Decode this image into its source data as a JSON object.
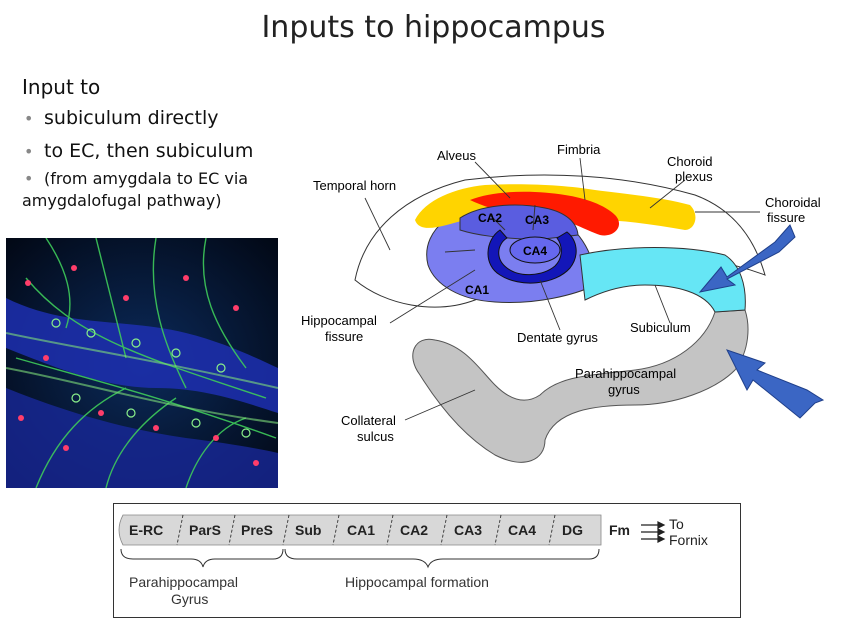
{
  "slide": {
    "title": "Inputs to hippocampus"
  },
  "bullets": {
    "heading": "Input to",
    "items": [
      "subiculum directly",
      "to EC, then subiculum"
    ],
    "small_item_line1": "(from amygdala to EC via",
    "small_item_line2": "amygdalofugal pathway)"
  },
  "diagram_labels": {
    "alveus": "Alveus",
    "fimbria": "Fimbria",
    "choroid_plexus_1": "Choroid",
    "choroid_plexus_2": "plexus",
    "temporal_horn": "Temporal horn",
    "choroidal_fissure_1": "Choroidal",
    "choroidal_fissure_2": "fissure",
    "ca2": "CA2",
    "ca3": "CA3",
    "ca4": "CA4",
    "ca1": "CA1",
    "hippocampal_fissure_1": "Hippocampal",
    "hippocampal_fissure_2": "fissure",
    "dentate_gyrus": "Dentate gyrus",
    "subiculum": "Subiculum",
    "parahippocampal_gyrus_1": "Parahippocampal",
    "parahippocampal_gyrus_2": "gyrus",
    "collateral_sulcus_1": "Collateral",
    "collateral_sulcus_2": "sulcus"
  },
  "strip": {
    "segments": [
      "E-RC",
      "ParS",
      "PreS",
      "Sub",
      "CA1",
      "CA2",
      "CA3",
      "CA4",
      "DG"
    ],
    "end_label": "Fm",
    "to_line1": "To",
    "to_line2": "Fornix",
    "group1_line1": "Parahippocampal",
    "group1_line2": "Gyrus",
    "group2": "Hippocampal formation"
  },
  "colors": {
    "ca_light": "#7b7ef0",
    "ca_dark": "#1316b8",
    "subiculum": "#66e6f5",
    "alveus_yellow": "#ffd400",
    "fimbria_red": "#ff1a00",
    "gyrus_gray": "#c4c4c4",
    "arrow_blue": "#3b66c4"
  }
}
